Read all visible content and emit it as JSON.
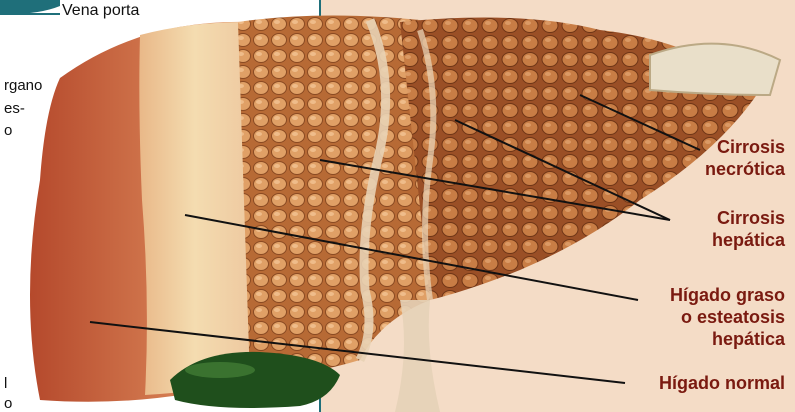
{
  "left_panel": {
    "vena_label": "Vena porta",
    "fragment_1": "rgano",
    "fragment_2": "es-",
    "fragment_3": "o",
    "fragment_4": "l",
    "fragment_5": "o"
  },
  "labels": {
    "cirrosis_necrotica_line1": "Cirrosis",
    "cirrosis_necrotica_line2": "necrótica",
    "cirrosis_hepatica_line1": "Cirrosis",
    "cirrosis_hepatica_line2": "hepática",
    "graso_line1": "Hígado graso",
    "graso_line2": "o esteatosis",
    "graso_line3": "hepática",
    "normal": "Hígado normal"
  },
  "colors": {
    "border_teal": "#1f6f7a",
    "background": "#f4dcc6",
    "label_red": "#7a1a10",
    "normal_liver": "#c4603c",
    "fatty_liver": "#efd1a2",
    "cirrhosis": "#c9793e",
    "gallbladder": "#1f4f1c"
  }
}
